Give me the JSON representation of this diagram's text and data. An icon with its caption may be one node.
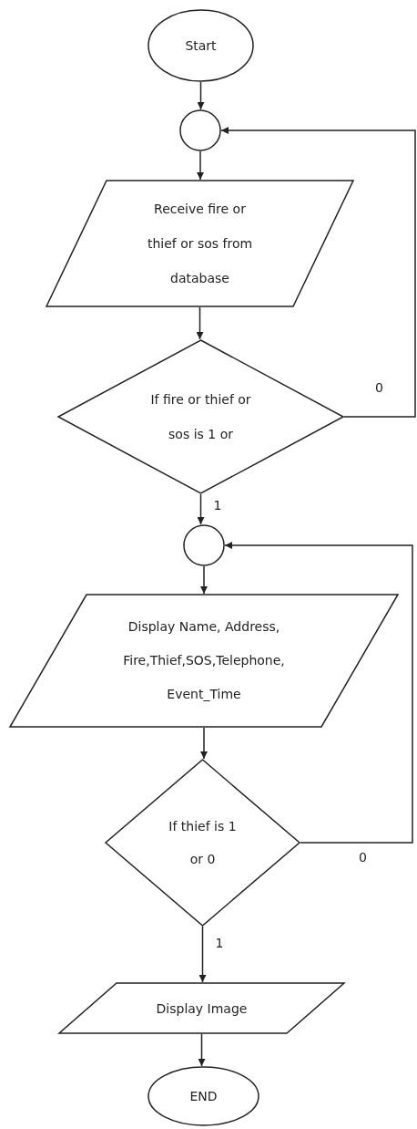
{
  "diagram": {
    "nodes": [
      {
        "text": [
          "Start"
        ]
      },
      {
        "text": [],
        "shape": "circle"
      },
      {
        "text": [
          "Receive fire or thief or sos from database"
        ]
      },
      {
        "text": [
          "If fire or thief or sos is 1 or"
        ]
      },
      {
        "text": [],
        "shape": "circle"
      },
      {
        "text": [
          "Display Name, Address, Fire,Thief,SOS,Telephone, Event_Time"
        ]
      },
      {
        "text": [
          "If thief is 1 or 0"
        ]
      },
      {
        "text": [
          "Display Image"
        ]
      },
      {
        "text": [
          "END"
        ]
      }
    ],
    "edges": [
      {
        "from": 0,
        "to": 1,
        "arrow": "to"
      },
      {
        "from": 1,
        "to": 2,
        "arrow": "to"
      },
      {
        "from": 2,
        "to": 3,
        "arrow": "to"
      },
      {
        "from": 3,
        "to": 1,
        "arrow": "to",
        "label": "0"
      },
      {
        "from": 3,
        "to": 4,
        "arrow": "to",
        "label": "1"
      },
      {
        "from": 4,
        "to": 5,
        "arrow": "to"
      },
      {
        "from": 5,
        "to": 6,
        "arrow": "to"
      },
      {
        "from": 6,
        "to": 4,
        "arrow": "to",
        "label": "0"
      },
      {
        "from": 6,
        "to": 7,
        "arrow": "to",
        "label": "1"
      },
      {
        "from": 7,
        "to": 8,
        "arrow": "to"
      }
    ]
  }
}
